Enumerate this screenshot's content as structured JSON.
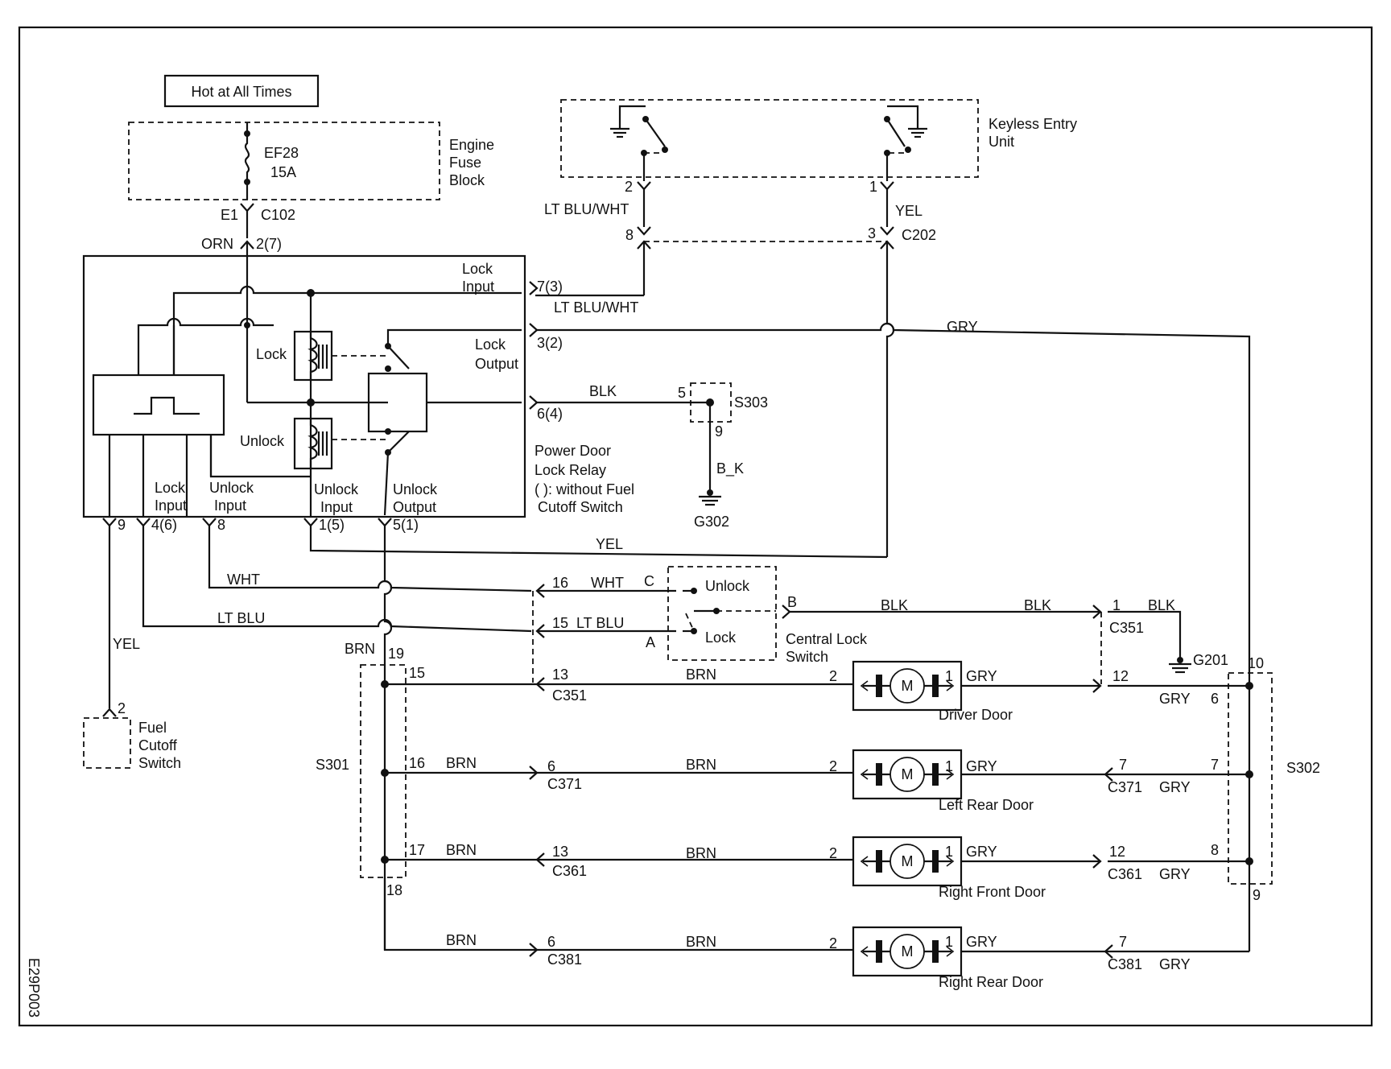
{
  "labels": {
    "hot": "Hot at All Times",
    "ef28": "EF28",
    "ef_amp": "15A",
    "efb1": "Engine",
    "efb2": "Fuse",
    "efb3": "Block",
    "e1": "E1",
    "c102": "C102",
    "orn": "ORN",
    "p27": "2(7)",
    "keu1": "Keyless Entry",
    "keu2": "Unit",
    "k2": "2",
    "k1": "1",
    "ltbluwht_top": "LT BLU/WHT",
    "yel_top": "YEL",
    "c202_8": "8",
    "c202_3": "3",
    "c202": "C202",
    "lockin1": "Lock",
    "lockin2": "Input",
    "p73": "7(3)",
    "ltbluwht_mid": "LT BLU/WHT",
    "gry_top": "GRY",
    "lockout1": "Lock",
    "lockout2": "Output",
    "p32": "3(2)",
    "lock_coil": "Lock",
    "unlock_coil": "Unlock",
    "blk_relay": "BLK",
    "p64": "6(4)",
    "s303_5": "5",
    "s303": "S303",
    "s303_9": "9",
    "b_k": "B_K",
    "g302": "G302",
    "pdlr1": "Power Door",
    "pdlr2": "Lock Relay",
    "pdlr3": "(   ): without Fuel",
    "pdlr4": "Cutoff Switch",
    "li1": "Lock",
    "li2": "Input",
    "ui1": "Unlock",
    "ui2": "Input",
    "ui3": "Unlock",
    "ui4": "Input",
    "uo1": "Unlock",
    "uo2": "Output",
    "p9": "9",
    "p46": "4(6)",
    "p8": "8",
    "p15": "1(5)",
    "p51": "5(1)",
    "yel_mid": "YEL",
    "wht_left": "WHT",
    "n16a": "16",
    "wht_right": "WHT",
    "pc": "C",
    "unlock_sw": "Unlock",
    "pb": "B",
    "blk1": "BLK",
    "blk2": "BLK",
    "n1_c351": "1",
    "blk3": "BLK",
    "c351_top": "C351",
    "g201": "G201",
    "ltblu_left": "LT BLU",
    "n15a": "15",
    "ltblu_right": "LT BLU",
    "pa": "A",
    "lock_sw": "Lock",
    "cls1": "Central Lock",
    "cls2": "Switch",
    "yel_fuel": "YEL",
    "fuel_2": "2",
    "fcs1": "Fuel",
    "fcs2": "Cutoff",
    "fcs3": "Switch",
    "brn_main": "BRN",
    "n19": "19",
    "n15b": "15",
    "n13a": "13",
    "c351a": "C351",
    "brn_dd": "BRN",
    "dd_2": "2",
    "dd_1": "1",
    "gry_dd": "GRY",
    "n12a": "12",
    "gry_s302_6": "GRY",
    "n6b": "6",
    "n10": "10",
    "driver_door": "Driver Door",
    "s301": "S301",
    "n16b": "16",
    "brn_lr1": "BRN",
    "n6a": "6",
    "c371a": "C371",
    "brn_lr2": "BRN",
    "lr_2": "2",
    "lr_1": "1",
    "gry_lr": "GRY",
    "n7a": "7",
    "c371b": "C371",
    "gry_lr2": "GRY",
    "n7b": "7",
    "s302": "S302",
    "left_rear": "Left Rear Door",
    "n17": "17",
    "brn_rf1": "BRN",
    "n13b": "13",
    "c361a": "C361",
    "brn_rf2": "BRN",
    "rf_2": "2",
    "rf_1": "1",
    "gry_rf": "GRY",
    "n12b": "12",
    "c361b": "C361",
    "gry_rf2": "GRY",
    "n8": "8",
    "right_front": "Right Front Door",
    "n18": "18",
    "n9s": "9",
    "brn_rr1": "BRN",
    "n6c": "6",
    "c381a": "C381",
    "brn_rr2": "BRN",
    "rr_2": "2",
    "rr_1": "1",
    "gry_rr": "GRY",
    "n7c": "7",
    "c381b": "C381",
    "gry_rr2": "GRY",
    "right_rear": "Right Rear Door",
    "motor": "M",
    "figure_id": "E29P003"
  }
}
